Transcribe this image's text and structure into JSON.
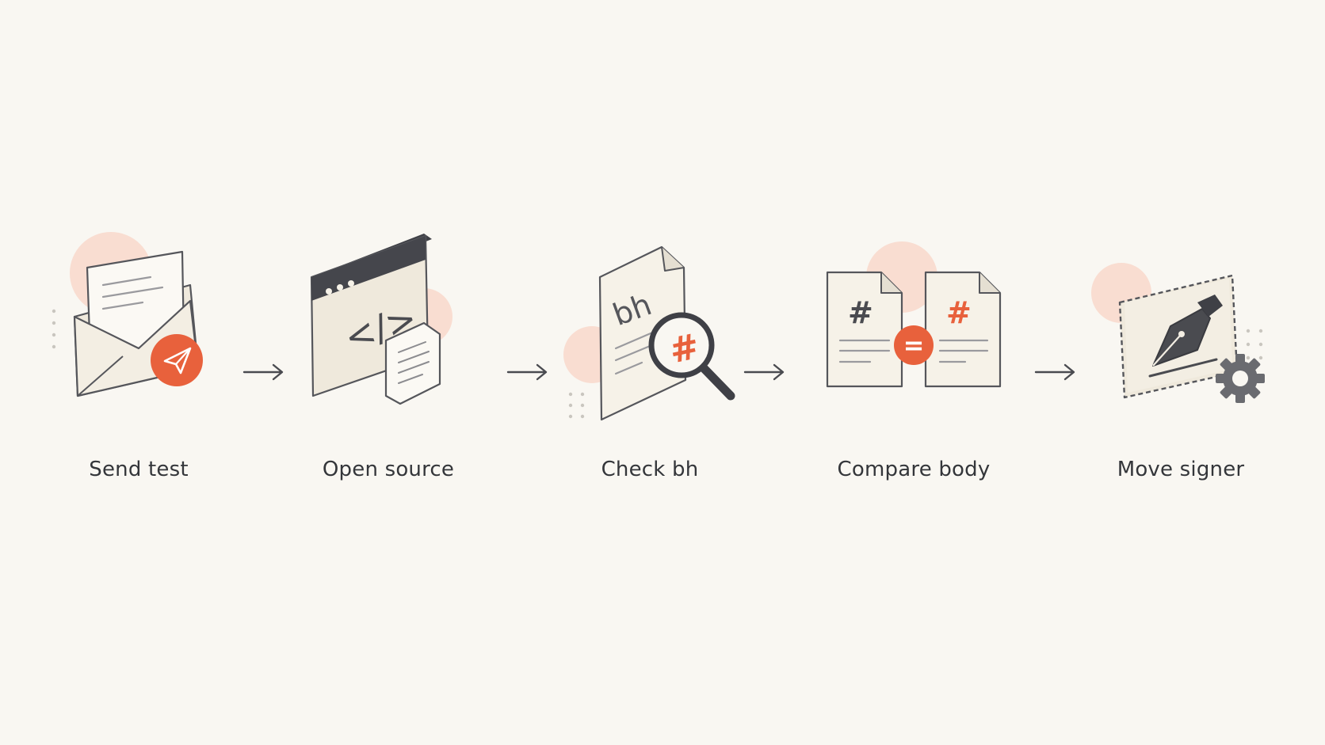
{
  "steps": [
    {
      "label": "Send test",
      "icon": "envelope-send-icon"
    },
    {
      "label": "Open source",
      "icon": "browser-code-icon"
    },
    {
      "label": "Check bh",
      "icon": "document-magnifier-icon"
    },
    {
      "label": "Compare body",
      "icon": "compare-documents-icon"
    },
    {
      "label": "Move signer",
      "icon": "stamp-pen-gear-icon"
    }
  ],
  "doc_text": {
    "bh": "bh",
    "hash": "#",
    "code": "</>",
    "equals": "="
  },
  "colors": {
    "background": "#f9f7f2",
    "accent": "#e8613c",
    "accent_soft": "#f9d6c8",
    "ink": "#4a4b50",
    "paper": "#f6f2e8",
    "label": "#34363a"
  }
}
